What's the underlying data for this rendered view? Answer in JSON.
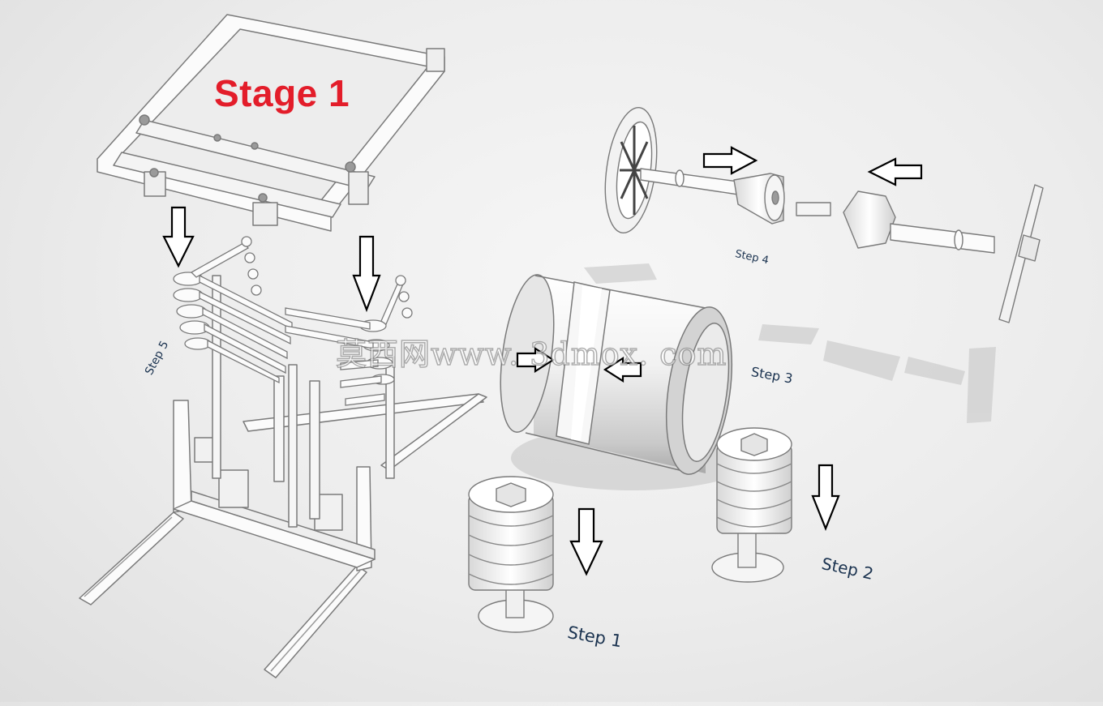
{
  "stage_title": "Stage 1",
  "steps": {
    "step1": "Step 1",
    "step2": "Step 2",
    "step3": "Step 3",
    "step4": "Step 4",
    "step5": "Step 5"
  },
  "watermark": "莫西网www. 3dmox. com",
  "colors": {
    "title": "#e31d2a",
    "labels": "#1b3350",
    "part_fill": "#fbfbfb",
    "part_stroke": "#7a7a7a",
    "arrow_stroke": "#000000"
  }
}
